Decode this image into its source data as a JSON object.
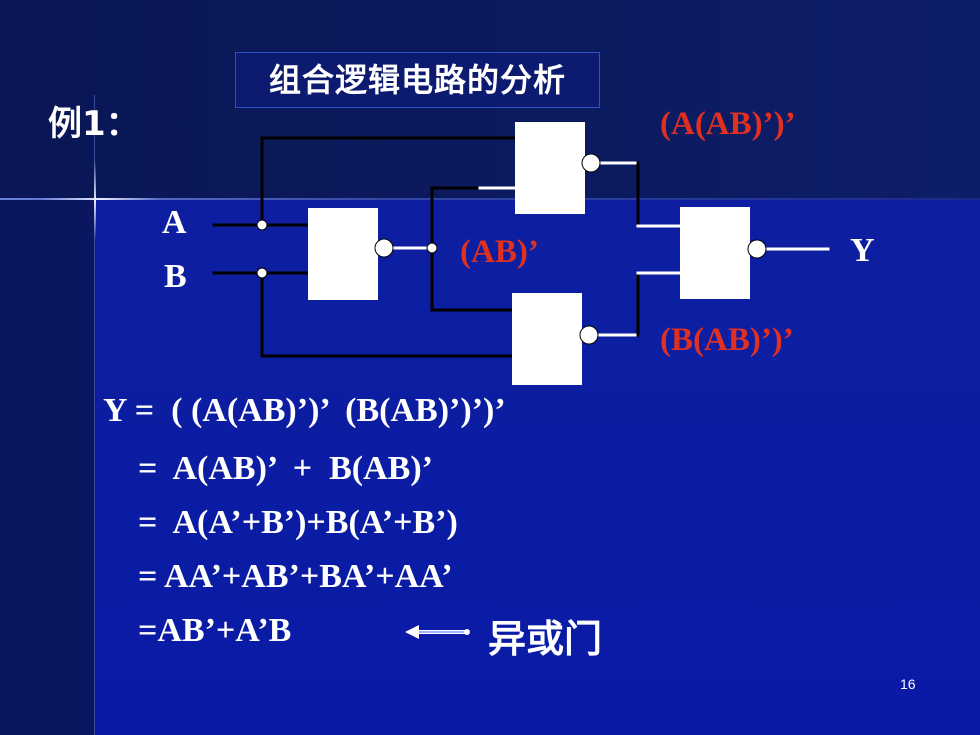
{
  "slide": {
    "example_label": "例1：",
    "title": "组合逻辑电路的分析",
    "page_number": "16"
  },
  "circuit": {
    "input_a": "A",
    "input_b": "B",
    "output_y": "Y",
    "nand1_out": "(AB)’",
    "nand2_out": "(A(AB)’)’",
    "nand3_out": "(B(AB)’)’"
  },
  "equations": [
    "Y =  ( (A(AB)’)’  (B(AB)’)’)’",
    "=  A(AB)’  +  B(AB)’",
    "=  A(A’+B’)+B(A’+B’)",
    "= AA’+AB’+BA’+AA’",
    "=AB’+A’B"
  ],
  "result_label": "异或门",
  "colors": {
    "background": "#0a1aa6",
    "accent_red": "#e03020",
    "text": "#ffffff"
  }
}
